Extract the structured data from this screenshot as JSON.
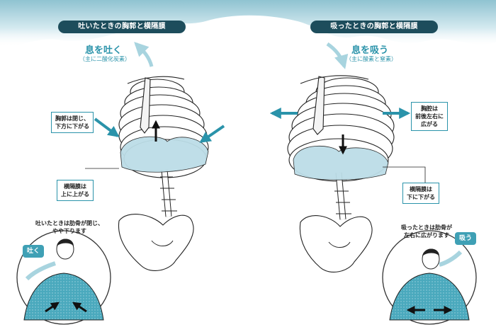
{
  "left": {
    "title": "吐いたときの胸郭と横隔膜",
    "breath_label": "息を吐く",
    "breath_sub": "（主に二酸化炭素）",
    "chest_note": [
      "胸郭は閉じ、",
      "下方に下がる"
    ],
    "diaphragm_note": [
      "横隔膜は",
      "上に上がる"
    ],
    "person_note": [
      "吐いたときは肋骨が閉じ、",
      "やや下ります"
    ],
    "person_tag": "吐く"
  },
  "right": {
    "title": "吸ったときの胸郭と横隔膜",
    "breath_label": "息を吸う",
    "breath_sub": "（主に酸素と窒素）",
    "chest_note": [
      "胸腔は",
      "前後左右に",
      "広がる"
    ],
    "diaphragm_note": [
      "横隔膜は",
      "下に下がる"
    ],
    "person_note": [
      "吸ったときは肋骨が",
      "左右に広がります"
    ],
    "person_tag": "吸う"
  },
  "colors": {
    "accent": "#2a93aa",
    "title_bg": "#1d4d5c",
    "diaphragm": "#bcdde7",
    "arrow": "#2a93aa",
    "shirt": "#4aa9bd"
  }
}
